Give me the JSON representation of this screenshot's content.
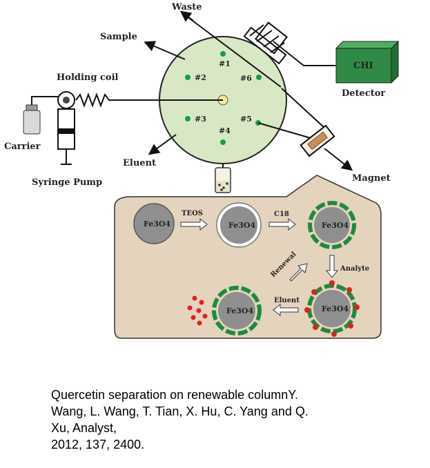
{
  "labels": {
    "waste": "Waste",
    "sample": "Sample",
    "holding_coil": "Holding coil",
    "carrier": "Carrier",
    "syringe_pump": "Syringe Pump",
    "eluent": "Eluent",
    "detector_box": "CHI",
    "detector": "Detector",
    "magnet": "Magnet"
  },
  "ports": [
    "#1",
    "#2",
    "#6",
    "#3",
    "#5",
    "#4"
  ],
  "particles": {
    "p1": "Fe3O4",
    "p2": "Fe3O4",
    "p3": "Fe3O4",
    "p4": "Fe3O4",
    "p5": "Fe3O4"
  },
  "steps": {
    "teos": "TEOS",
    "c18": "C18",
    "analyte": "Analyte",
    "renewal": "Renewal",
    "eluent": "Eluent"
  },
  "caption": {
    "line1": "Quercetin separation on renewable columnY.",
    "line2": "Wang, L. Wang, T. Tian, X. Hu, C. Yang and Q.",
    "line3": "Xu, Analyst,",
    "line4": "2012, 137, 2400."
  },
  "colors": {
    "valve": "#d8e8c4",
    "panel": "#e4d3bd",
    "core": "#8f8f8f",
    "coating_green": "#1f8a3c",
    "analyte_red": "#e02020",
    "detector_green": "#2f8a45"
  }
}
